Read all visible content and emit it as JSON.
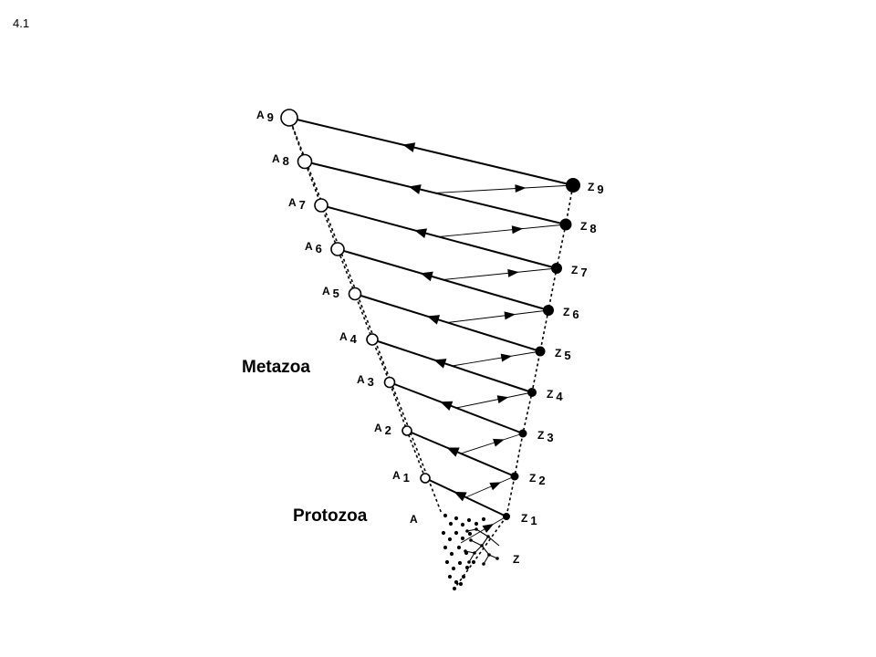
{
  "slide_number": "4.1",
  "labels": {
    "metazoa": "Metazoa",
    "protozoa": "Protozoa"
  },
  "a_nodes": [
    {
      "letter": "A",
      "sub": "1"
    },
    {
      "letter": "A",
      "sub": "2"
    },
    {
      "letter": "A",
      "sub": "3"
    },
    {
      "letter": "A",
      "sub": "4"
    },
    {
      "letter": "A",
      "sub": "5"
    },
    {
      "letter": "A",
      "sub": "6"
    },
    {
      "letter": "A",
      "sub": "7"
    },
    {
      "letter": "A",
      "sub": "8"
    },
    {
      "letter": "A",
      "sub": "9"
    }
  ],
  "z_nodes": [
    {
      "letter": "Z",
      "sub": "1"
    },
    {
      "letter": "Z",
      "sub": "2"
    },
    {
      "letter": "Z",
      "sub": "3"
    },
    {
      "letter": "Z",
      "sub": "4"
    },
    {
      "letter": "Z",
      "sub": "5"
    },
    {
      "letter": "Z",
      "sub": "6"
    },
    {
      "letter": "Z",
      "sub": "7"
    },
    {
      "letter": "Z",
      "sub": "8"
    },
    {
      "letter": "Z",
      "sub": "9"
    }
  ],
  "base_a": "A",
  "base_z": "Z",
  "colors": {
    "ink": "#000000",
    "background": "#ffffff"
  }
}
